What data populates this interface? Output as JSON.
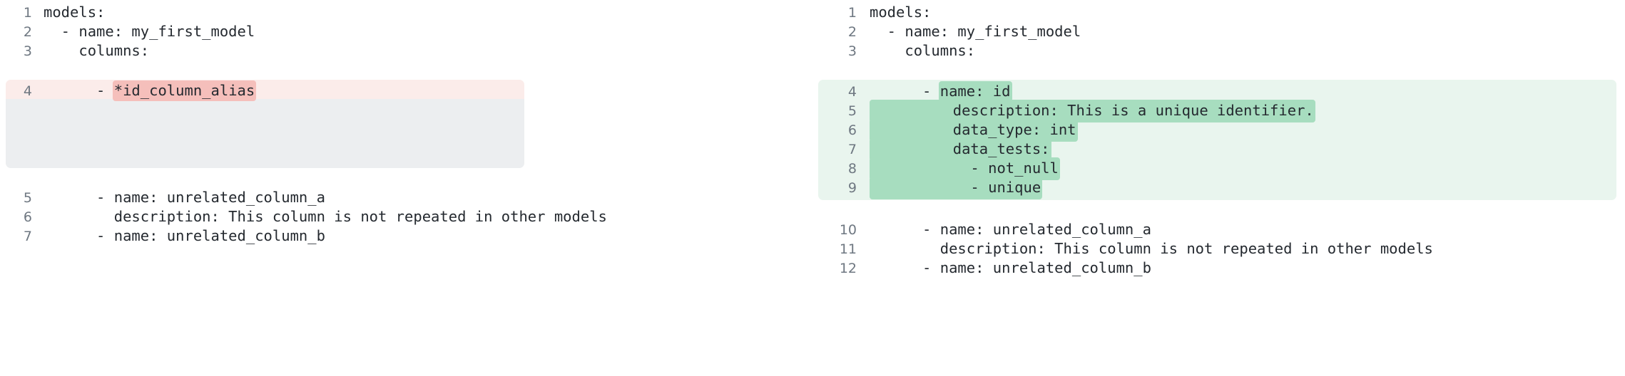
{
  "view": {
    "type": "side-by-side-diff",
    "language": "yaml",
    "colors": {
      "deleted_block_bg": "#fbecea",
      "deleted_word_bg": "#f5bfbb",
      "added_block_bg": "#e9f5ee",
      "added_word_bg": "#a7ddbf",
      "placeholder_bg": "#eceef0",
      "gutter_text": "#6e7781",
      "code_text": "#24292f",
      "page_bg": "#ffffff"
    }
  },
  "left_pane": {
    "name": "before",
    "lines": [
      {
        "number": "1",
        "text": "models:",
        "state": "context"
      },
      {
        "number": "2",
        "text": "  - name: my_first_model",
        "state": "context"
      },
      {
        "number": "3",
        "text": "    columns:",
        "state": "context"
      },
      {
        "number": "4",
        "prefix": "      - ",
        "highlight": "*id_column_alias",
        "text": "      - *id_column_alias",
        "state": "deleted"
      },
      {
        "number": "5",
        "text": "      - name: unrelated_column_a",
        "state": "context"
      },
      {
        "number": "6",
        "text": "        description: This column is not repeated in other models",
        "state": "context"
      },
      {
        "number": "7",
        "text": "      - name: unrelated_column_b",
        "state": "context"
      }
    ]
  },
  "right_pane": {
    "name": "after",
    "lines": [
      {
        "number": "1",
        "text": "models:",
        "state": "context"
      },
      {
        "number": "2",
        "text": "  - name: my_first_model",
        "state": "context"
      },
      {
        "number": "3",
        "text": "    columns:",
        "state": "context"
      },
      {
        "number": "4",
        "prefix": "      - ",
        "highlight": "name: id",
        "text": "      - name: id",
        "state": "added"
      },
      {
        "number": "5",
        "prefix": "",
        "highlight": "        description: This is a unique identifier.",
        "text": "        description: This is a unique identifier.",
        "state": "added"
      },
      {
        "number": "6",
        "prefix": "",
        "highlight": "        data_type: int",
        "text": "        data_type: int",
        "state": "added"
      },
      {
        "number": "7",
        "prefix": "",
        "highlight": "        data_tests:",
        "text": "        data_tests:",
        "state": "added"
      },
      {
        "number": "8",
        "prefix": "",
        "highlight": "          - not_null",
        "text": "          - not_null",
        "state": "added"
      },
      {
        "number": "9",
        "prefix": "",
        "highlight": "          - unique",
        "text": "          - unique",
        "state": "added"
      },
      {
        "number": "10",
        "text": "      - name: unrelated_column_a",
        "state": "context"
      },
      {
        "number": "11",
        "text": "        description: This column is not repeated in other models",
        "state": "context"
      },
      {
        "number": "12",
        "text": "      - name: unrelated_column_b",
        "state": "context"
      }
    ]
  }
}
